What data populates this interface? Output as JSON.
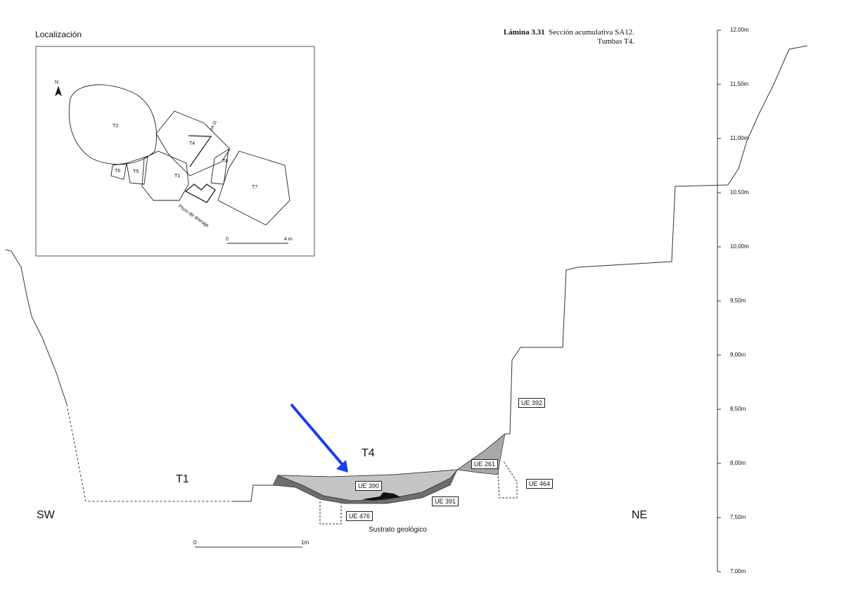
{
  "header": {
    "plate": "Lámina 3.31",
    "title": "Sección acumulativa SA12.",
    "subtitle": "Tumbas T4."
  },
  "inset": {
    "title": "Localización",
    "north": "N",
    "tombs": [
      "T2",
      "T4",
      "T6",
      "T5",
      "T1",
      "T8",
      "T7"
    ],
    "section_label": "SA 11",
    "drain_label": "Pozo de drenaje",
    "scale": {
      "start": "0",
      "end": "4 m"
    }
  },
  "section": {
    "left_dir": "SW",
    "right_dir": "NE",
    "t1": "T1",
    "t4": "T4",
    "substrate": "Sustrato geológico",
    "units": [
      "UE 392",
      "UE 261",
      "UE 464",
      "UE 390",
      "UE 391",
      "UE 476"
    ],
    "scale": {
      "start": "0",
      "end": "1m"
    },
    "arrow_color": "#1a3cf0"
  },
  "elevation_axis": {
    "ticks": [
      "12,00m",
      "11,50m",
      "11,00m",
      "10,50m",
      "10,00m",
      "9,50m",
      "9,00m",
      "8,50m",
      "8,00m",
      "7,50m",
      "7,00m"
    ]
  }
}
